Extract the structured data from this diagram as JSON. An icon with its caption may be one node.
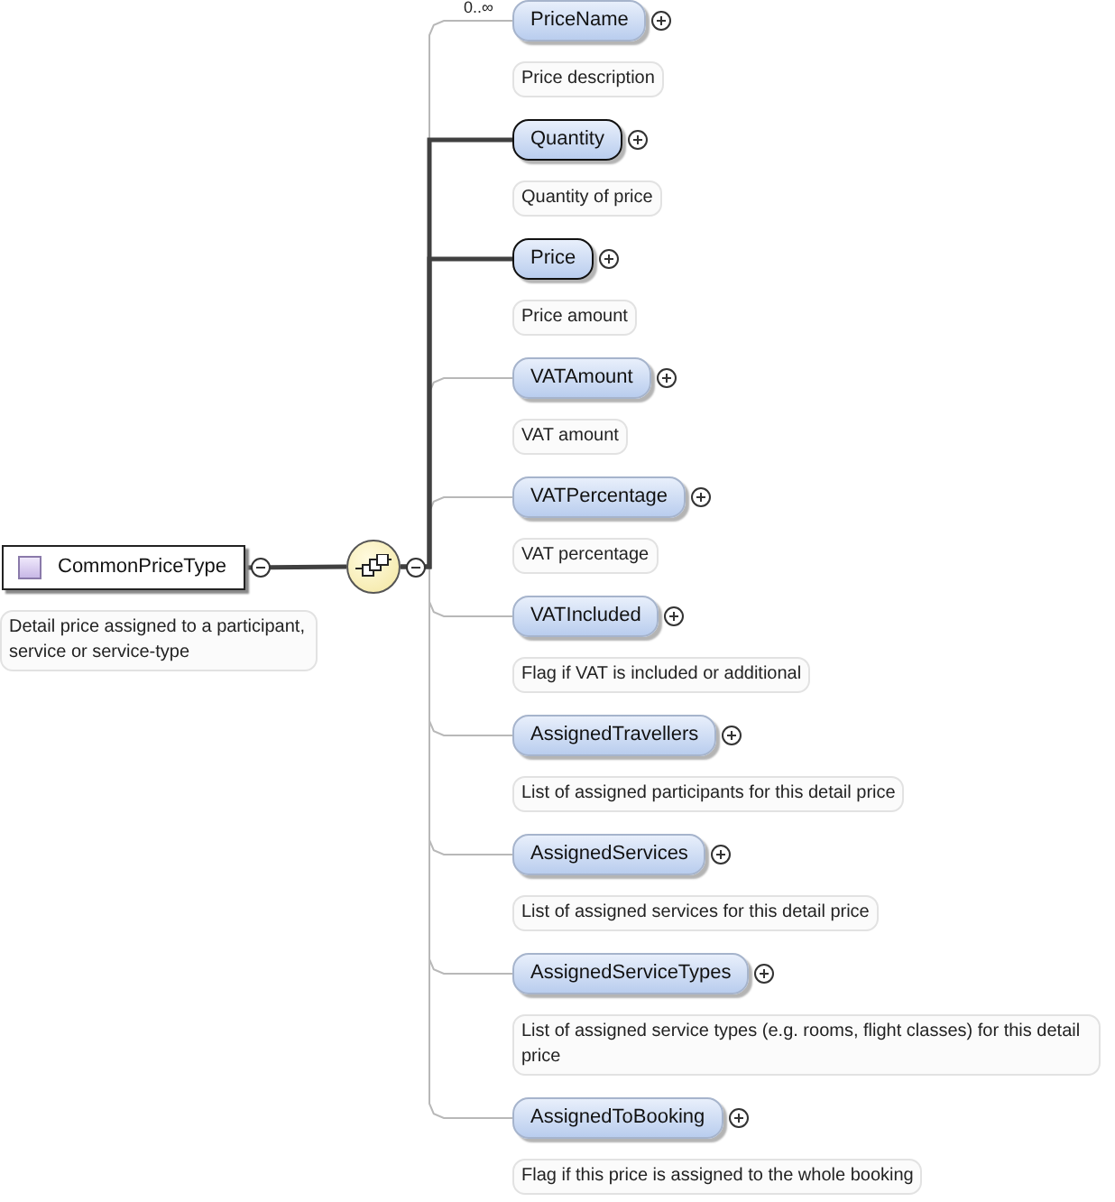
{
  "diagram": {
    "nodes": [
      {
        "text": [
          "CommonPriceType"
        ],
        "beside": [
          "Detail price assigned to a participant, service or service-type"
        ]
      },
      {
        "text": [],
        "shape": "circle"
      },
      {
        "text": [
          "PriceName"
        ],
        "beside": [
          "Price description"
        ]
      },
      {
        "text": [
          "Quantity"
        ],
        "beside": [
          "Quantity of price"
        ]
      },
      {
        "text": [
          "Price"
        ],
        "beside": [
          "Price amount"
        ]
      },
      {
        "text": [
          "VATAmount"
        ],
        "beside": [
          "VAT amount"
        ]
      },
      {
        "text": [
          "VATPercentage"
        ],
        "beside": [
          "VAT percentage"
        ]
      },
      {
        "text": [
          "VATIncluded"
        ],
        "beside": [
          "Flag if VAT is included or additional"
        ]
      },
      {
        "text": [
          "AssignedTravellers"
        ],
        "beside": [
          "List of assigned participants for this detail price"
        ]
      },
      {
        "text": [
          "AssignedServices"
        ],
        "beside": [
          "List of assigned services for this detail price"
        ]
      },
      {
        "text": [
          "AssignedServiceTypes"
        ],
        "beside": [
          "List of assigned service types (e.g. rooms, flight classes) for this detail price"
        ]
      },
      {
        "text": [
          "AssignedToBooking"
        ],
        "beside": [
          "Flag if this price is assigned to the whole booking"
        ]
      }
    ],
    "edges": [
      {
        "from": 0,
        "to": 1,
        "arrow": "none",
        "style": "thick",
        "color": "#404040"
      },
      {
        "from": 1,
        "to": 2,
        "arrow": "none",
        "label": "0..∞"
      },
      {
        "from": 1,
        "to": 3,
        "arrow": "none",
        "style": "thick",
        "color": "#404040"
      },
      {
        "from": 1,
        "to": 4,
        "arrow": "none",
        "style": "thick",
        "color": "#404040"
      },
      {
        "from": 1,
        "to": 5,
        "arrow": "none"
      },
      {
        "from": 1,
        "to": 6,
        "arrow": "none"
      },
      {
        "from": 1,
        "to": 7,
        "arrow": "none"
      },
      {
        "from": 1,
        "to": 8,
        "arrow": "none"
      },
      {
        "from": 1,
        "to": 9,
        "arrow": "none"
      },
      {
        "from": 1,
        "to": 10,
        "arrow": "none"
      },
      {
        "from": 1,
        "to": 11,
        "arrow": "none"
      }
    ]
  }
}
